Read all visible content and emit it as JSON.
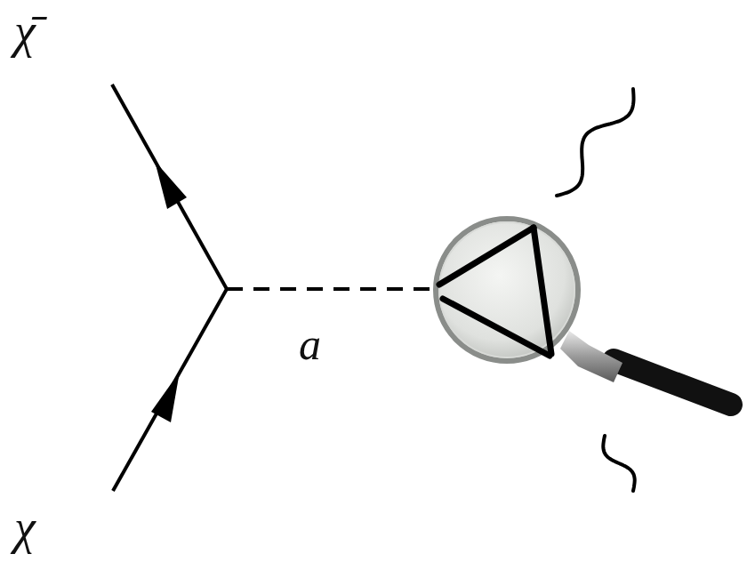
{
  "diagram": {
    "labels": [
      "χ̄",
      "χ",
      "a"
    ]
  }
}
